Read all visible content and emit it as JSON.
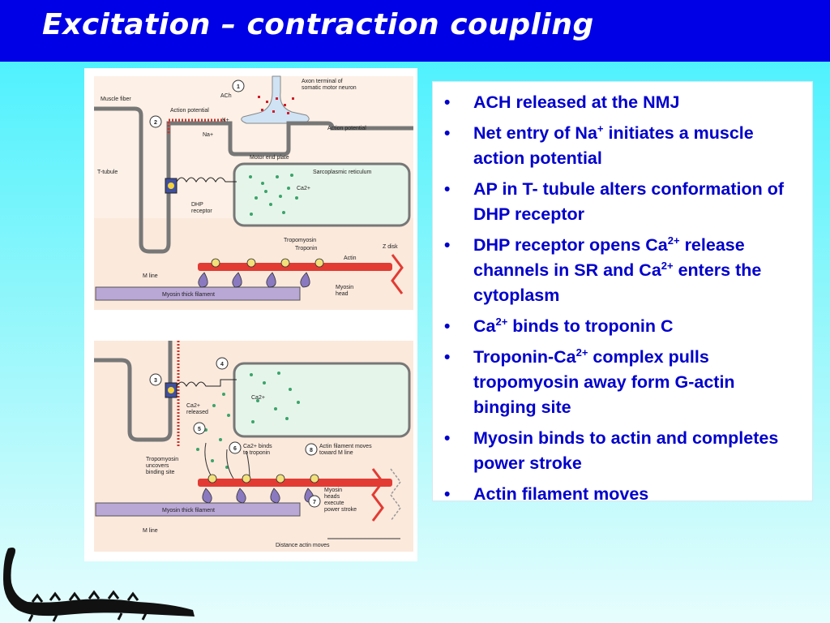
{
  "slide": {
    "title": "Excitation – contraction coupling",
    "title_bar_color": "#0000e6",
    "text_color": "#0000cc"
  },
  "bullets": [
    {
      "pre": "ACH released at the NMJ",
      "sup": "",
      "post": "",
      "sup2": "",
      "post2": ""
    },
    {
      "pre": "Net entry of Na",
      "sup": "+",
      "post": " initiates a muscle action potential",
      "sup2": "",
      "post2": ""
    },
    {
      "pre": "AP in T- tubule alters conformation of DHP receptor",
      "sup": "",
      "post": "",
      "sup2": "",
      "post2": ""
    },
    {
      "pre": "DHP receptor opens Ca",
      "sup": "2+",
      "post": " release channels in SR and Ca",
      "sup2": "2+",
      "post2": " enters the cytoplasm"
    },
    {
      "pre": "Ca",
      "sup": "2+",
      "post": " binds to troponin C",
      "sup2": "",
      "post2": ""
    },
    {
      "pre": "Troponin-Ca",
      "sup": "2+",
      "post": " complex pulls tropomyosin away form G-actin binging site",
      "sup2": "",
      "post2": ""
    },
    {
      "pre": "Myosin binds to actin and completes power stroke",
      "sup": "",
      "post": "",
      "sup2": "",
      "post2": ""
    },
    {
      "pre": "Actin filament moves",
      "sup": "",
      "post": "",
      "sup2": "",
      "post2": ""
    }
  ],
  "diagram": {
    "top": {
      "step1": "1",
      "step2": "2",
      "axon_terminal": "Axon terminal of somatic motor neuron",
      "axon_line1": "Axon terminal of",
      "axon_line2": "somatic motor neuron",
      "muscle_fiber": "Muscle fiber",
      "ach": "ACh",
      "action_potential_a": "Action potential",
      "action_potential_b": "Action potential",
      "k_plus": "K+",
      "na_plus": "Na+",
      "motor_end_plate": "Motor end plate",
      "t_tubule": "T-tubule",
      "sarcoplasmic_reticulum": "Sarcoplasmic reticulum",
      "ca2": "Ca2+",
      "dhp1": "DHP",
      "dhp2": "receptor",
      "tropomyosin": "Tropomyosin",
      "troponin": "Troponin",
      "actin": "Actin",
      "z_disk": "Z disk",
      "m_line": "M line",
      "myosin_thick": "Myosin thick filament",
      "myosin_head1": "Myosin",
      "myosin_head2": "head"
    },
    "bottom": {
      "step3": "3",
      "step4": "4",
      "step5": "5",
      "step6": "6",
      "step7": "7",
      "step8": "8",
      "ca2": "Ca2+",
      "ca_released1": "Ca2+",
      "ca_released2": "released",
      "ca_binds1": "Ca2+ binds",
      "ca_binds2": "to troponin",
      "actin_moves1": "Actin filament moves",
      "actin_moves2": "toward M line",
      "tropo_uncovers1": "Tropomyosin",
      "tropo_uncovers2": "uncovers",
      "tropo_uncovers3": "binding site",
      "myosin_heads1": "Myosin",
      "myosin_heads2": "heads",
      "myosin_heads3": "execute",
      "myosin_heads4": "power stroke",
      "myosin_thick": "Myosin thick filament",
      "m_line": "M line",
      "distance": "Distance actin moves"
    }
  }
}
